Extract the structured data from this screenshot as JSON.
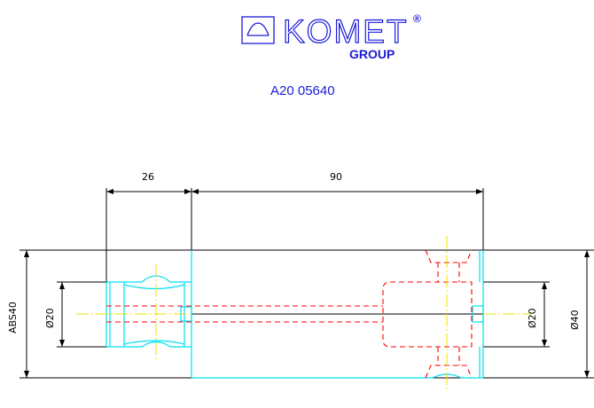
{
  "logo": {
    "brand": "KOMET",
    "sub": "GROUP",
    "registered": "®",
    "color": "#1a1ad8"
  },
  "part_number": "A20 05640",
  "dimensions": {
    "length_shank": "26",
    "length_body": "90",
    "abs_size": "ABS40",
    "dia_left": "Ø20",
    "dia_right": "Ø20",
    "dia_outer": "Ø40"
  },
  "colors": {
    "outline": "#00e0f0",
    "hidden": "#ff0000",
    "center": "#f0e000",
    "dimension": "#000000"
  }
}
